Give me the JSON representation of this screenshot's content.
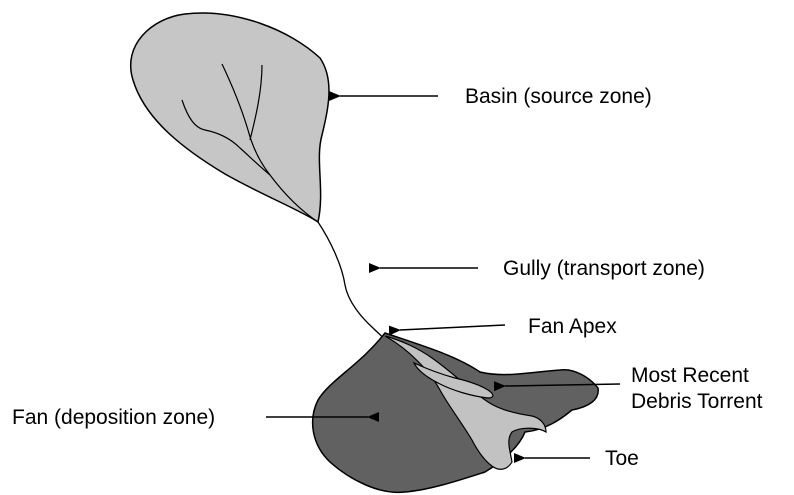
{
  "labels": {
    "basin": "Basin (source zone)",
    "gully": "Gully (transport zone)",
    "fan_apex": "Fan Apex",
    "most_recent_line1": "Most Recent",
    "most_recent_line2": "Debris Torrent",
    "fan": "Fan (deposition zone)",
    "toe": "Toe"
  },
  "colors": {
    "basin_fill": "#c6c6c6",
    "fan_fill": "#616161",
    "torrent_fill": "#c2c2c2",
    "outline": "#000000"
  }
}
